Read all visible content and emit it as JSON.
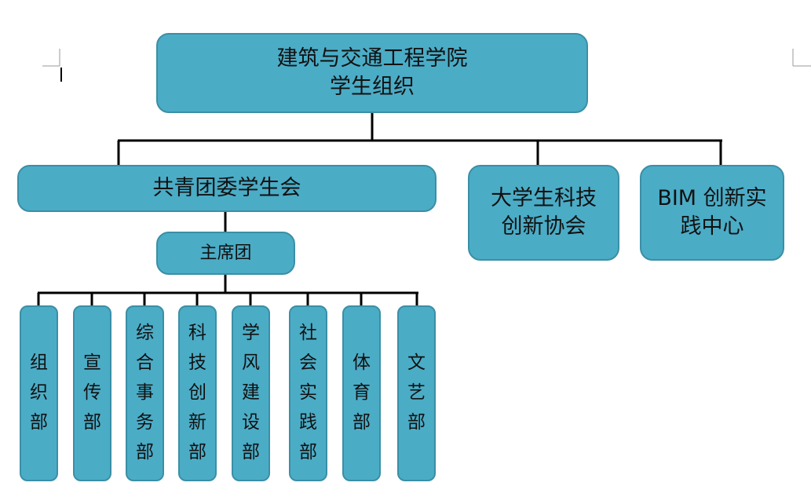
{
  "colors": {
    "node_fill": "#4bacc6",
    "node_border": "#3a8fa6",
    "connector": "#000000"
  },
  "root": {
    "line1": "建筑与交通工程学院",
    "line2": "学生组织"
  },
  "level2": [
    {
      "label": "共青团委学生会"
    },
    {
      "label": "大学生科技\n创新协会"
    },
    {
      "label": "BIM 创新实\n践中心"
    }
  ],
  "presidium": {
    "label": "主席团"
  },
  "departments": [
    {
      "chars": [
        "组",
        "织",
        "部"
      ]
    },
    {
      "chars": [
        "宣",
        "传",
        "部"
      ]
    },
    {
      "chars": [
        "综",
        "合",
        "事",
        "务",
        "部"
      ]
    },
    {
      "chars": [
        "科",
        "技",
        "创",
        "新",
        "部"
      ]
    },
    {
      "chars": [
        "学",
        "风",
        "建",
        "设",
        "部"
      ]
    },
    {
      "chars": [
        "社",
        "会",
        "实",
        "践",
        "部"
      ]
    },
    {
      "chars": [
        "体",
        "育",
        "部"
      ]
    },
    {
      "chars": [
        "文",
        "艺",
        "部"
      ]
    }
  ]
}
